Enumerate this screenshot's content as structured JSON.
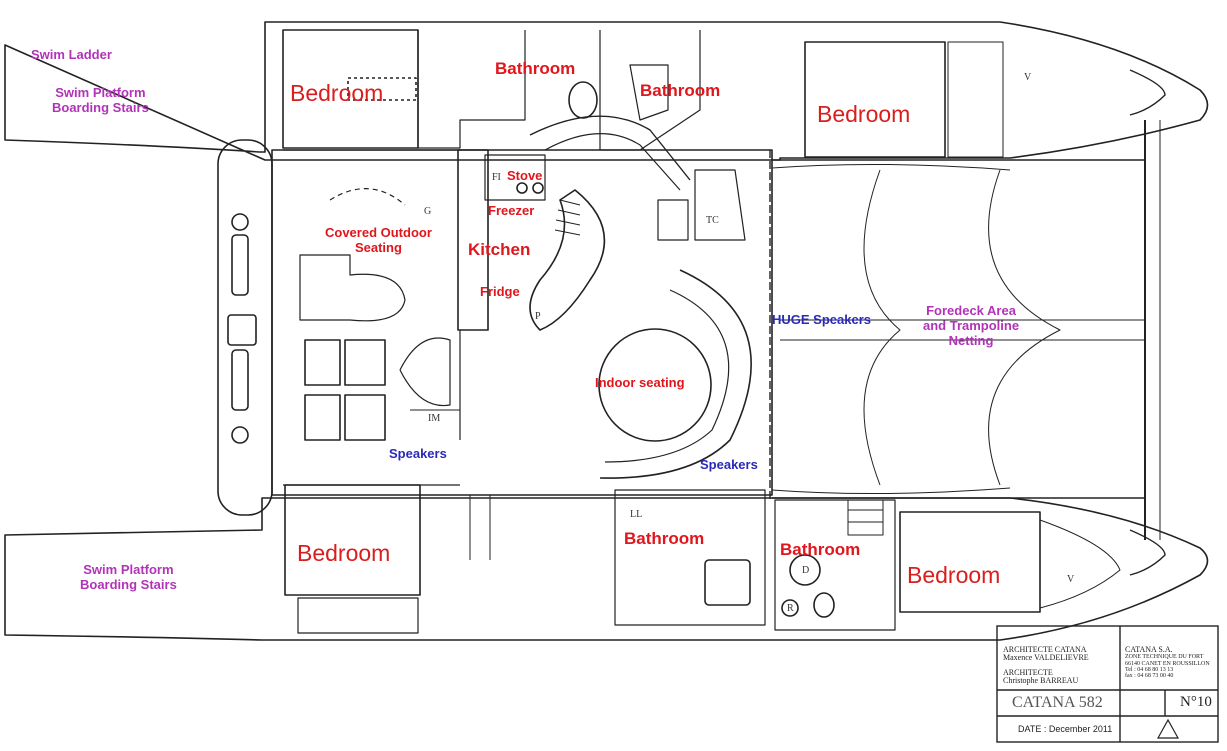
{
  "labels": {
    "bedroom_aft_port": "Bedroom",
    "bedroom_fwd_port": "Bedroom",
    "bedroom_aft_stbd": "Bedroom",
    "bedroom_fwd_stbd": "Bedroom",
    "bathroom_port_aft": "Bathroom",
    "bathroom_port_fwd": "Bathroom",
    "bathroom_stbd_aft": "Bathroom",
    "bathroom_stbd_fwd": "Bathroom",
    "stove": "Stove",
    "freezer": "Freezer",
    "kitchen": "Kitchen",
    "fridge": "Fridge",
    "indoor_seating": "Indoor seating",
    "covered_outdoor_line1": "Covered Outdoor",
    "covered_outdoor_line2": "Seating",
    "swim_ladder": "Swim Ladder",
    "swim_platform_port_line1": "Swim Platform",
    "swim_platform_port_line2": "Boarding Stairs",
    "swim_platform_stbd_line1": "Swim Platform",
    "swim_platform_stbd_line2": "Boarding Stairs",
    "foredeck_line1": "Foredeck Area",
    "foredeck_line2": "and Trampoline",
    "foredeck_line3": "Netting",
    "huge_speakers": "HUGE Speakers",
    "speakers_left": "Speakers",
    "speakers_right": "Speakers"
  },
  "plan_marks": {
    "g": "G",
    "tc": "TC",
    "fi": "FI",
    "p": "P",
    "im": "IM",
    "ll": "LL",
    "d": "D",
    "r": "R",
    "v_top": "V",
    "v_bottom": "V"
  },
  "title_block": {
    "architect_catana": "ARCHITECTE CATANA",
    "architect_name_1": "Maxence VALDELIEVRE",
    "architect": "ARCHITECTE",
    "architect_name_2": "Christophe BARREAU",
    "company": "CATANA S.A.",
    "address_1": "ZONE TECHNIQUE DU FORT",
    "address_2": "66140 CANET EN ROUSSILLON",
    "tel": "Tel : 04 68 80 13 13",
    "fax": "fax : 04 68 73 00 40",
    "model": "CATANA 582",
    "sheet_number": "N°10",
    "date": "DATE : December 2011"
  },
  "colors": {
    "room_label": "#d91e1e",
    "exterior_label": "#b233b8",
    "audio_label": "#2a2ab8",
    "line": "#222222"
  }
}
